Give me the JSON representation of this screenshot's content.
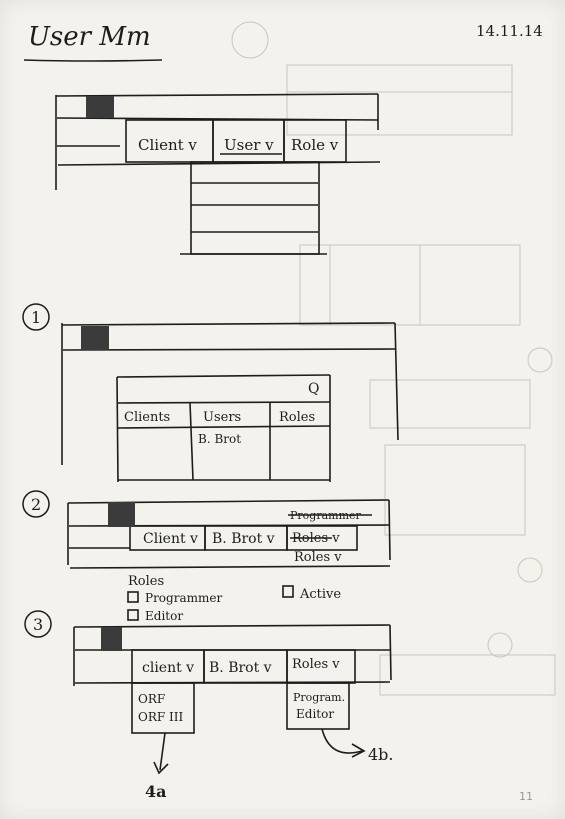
{
  "header": {
    "title": "User Mm",
    "date": "14.11.14",
    "page_number": "11"
  },
  "sketch0": {
    "menus": [
      "Client v",
      "User v",
      "Role v"
    ]
  },
  "sketch1": {
    "step": "1",
    "search": "Q",
    "columns": [
      "Clients",
      "Users",
      "Roles"
    ],
    "user_value": "B. Brot"
  },
  "sketch2": {
    "step": "2",
    "menus": [
      "Client v",
      "B. Brot v"
    ],
    "crossed_role": "Programmer",
    "crossed_role2": "Roles v",
    "role_menu": "Roles v",
    "roles_label": "Roles",
    "roles": [
      "Programmer",
      "Editor"
    ],
    "active_label": "Active"
  },
  "sketch3": {
    "step": "3",
    "menus": [
      "client v",
      "B. Brot v",
      "Roles v"
    ],
    "client_options": [
      "ORF",
      "ORF III"
    ],
    "role_options": [
      "Program.",
      "Editor"
    ],
    "ref_left": "4a",
    "ref_right": "4b."
  }
}
